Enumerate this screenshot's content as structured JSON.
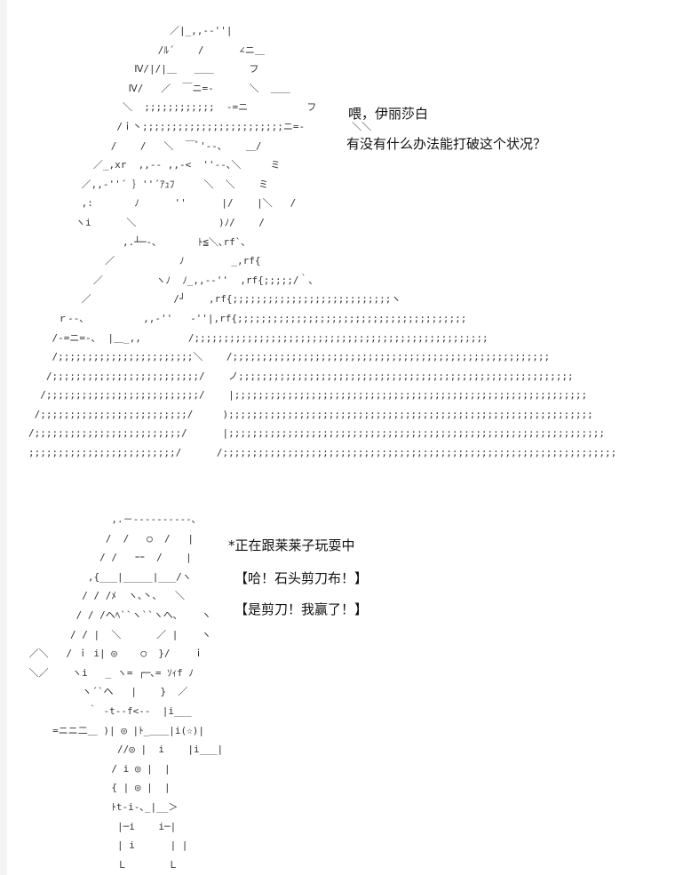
{
  "scene_one": {
    "art": "                        ／|_,,-‐''|\n                      /ﾙ´    /      ∠ニ＿    \n                  Ⅳ/|/|＿   ＿＿      フ     \n                 Ⅳ/   ／  ￣ニ=‐      ＼  ＿＿\n                ＼  ;;;;;;;;;;;;  ‐=ニ          フ\n               /ｉ丶;;;;;;;;;;;;;;;;;;;;;;;;ニ=‐        ＼＼\n              /    /   ＼  ￣ﾞ'‐-､    ＿/\n           ／_,xr  ,,-‐ ,,-<  ''‐-､＼     ミ\n         ／,,-''´ ｝''´ｱｭﾌ     ＼  ＼    ミ\n         ,:       ﾉ      ''      |/    |＼   /\n        ヽi      ＼              )ﾉ/    /\n                ,.┴─-､       ﾄ≦＼､rf`､\n             ／           ﾉ        _,rf{\n           ／         ヽﾉ  ﾉ_,,-‐''  ,rf{;;;;;/｀､\n         ／              /┘    ,rf{;;;;;;;;;;;;;;;;;;;;;;;;;;;ヽ\n     ｒ‐-､          ,,-''   -''|,rf{;;;;;;;;;;;;;;;;;;;;;;;;;;;;;;;;;;;;;;;\n    /‐=ニ=‐､  |＿_,,        /;;;;;;;;;;;;;;;;;;;;;;;;;;;;;;;;;;;;;;;;;;;;;;;;;;\n    /;;;;;;;;;;;;;;;;;;;;;;;＼    /;;;;;;;;;;;;;;;;;;;;;;;;;;;;;;;;;;;;;;;;;;;;;;;;;;;;;;\n   /;;;;;;;;;;;;;;;;;;;;;;;;;/    ノ;;;;;;;;;;;;;;;;;;;;;;;;;;;;;;;;;;;;;;;;;;;;;;;;;;;;;;;;;\n  /;;;;;;;;;;;;;;;;;;;;;;;;;;/    |;;;;;;;;;;;;;;;;;;;;;;;;;;;;;;;;;;;;;;;;;;;;;;;;;;;;;;;;;;;;\n /;;;;;;;;;;;;;;;;;;;;;;;;;/     );;;;;;;;;;;;;;;;;;;;;;;;;;;;;;;;;;;;;;;;;;;;;;;;;;;;;;;;;;;;;;\n/;;;;;;;;;;;;;;;;;;;;;;;;;/      |;;;;;;;;;;;;;;;;;;;;;;;;;;;;;;;;;;;;;;;;;;;;;;;;;;;;;;;;;;;;;;;;\n;;;;;;;;;;;;;;;;;;;;;;;;;/      /;;;;;;;;;;;;;;;;;;;;;;;;;;;;;;;;;;;;;;;;;;;;;;;;;;;;;;;;;;;;;;;;;;;",
    "line_1": "喂，伊丽莎白",
    "line_2": "有没有什么办法能打破这个状况？"
  },
  "scene_two": {
    "art": "               ,.－‐‐‐‐‐‐‐‐‐‐､\n              /  /   ○  /   |\n             / /   ｰｰ  /    |\n           ,{___|_____|___/ヽ\n          / / /ﾒ  ヽ､丶､   ＼\n         / / /ヘﾍ``ヽ``ヽヘ､    ヽ\n        / / |  ＼      ／ |    ヽ\n ／＼   / ｉ i| ◎    ○  }/    ｉ\n ＼／    ヽi   _ ヽ= ┌─､= ｿｨf ﾉ\n          ヽ´`ヘ   |    }  ／\n           ｀ ‐t‐‐f<‐‐  |i___\n     =ニニ二＿ )| ◎ |ﾄ_＿＿|i(☆)|\n                //◎ |  i    |i___|\n               / i ◎ |  |\n               { | ◎ |  |\n               ﾄt-i-､_|__＞\n                |─i    i─|\n                | i      | |\n                Ｌ       Ｌ",
    "line_1": "*正在跟莱莱子玩耍中",
    "line_2": "【哈！石头剪刀布！】",
    "line_3": "【是剪刀！我赢了！】"
  }
}
